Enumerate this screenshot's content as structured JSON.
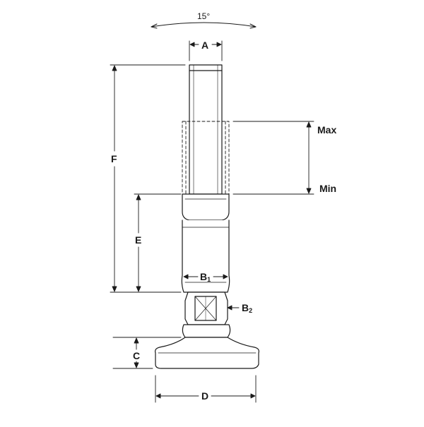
{
  "labels": {
    "angle": "15°",
    "a": "A",
    "f": "F",
    "max": "Max",
    "min": "Min",
    "e": "E",
    "b1": "B",
    "b1_sub": "1",
    "b2": "B",
    "b2_sub": "2",
    "c": "C",
    "d": "D"
  },
  "colors": {
    "line": "#1a1a1a",
    "fill": "#ffffff"
  }
}
